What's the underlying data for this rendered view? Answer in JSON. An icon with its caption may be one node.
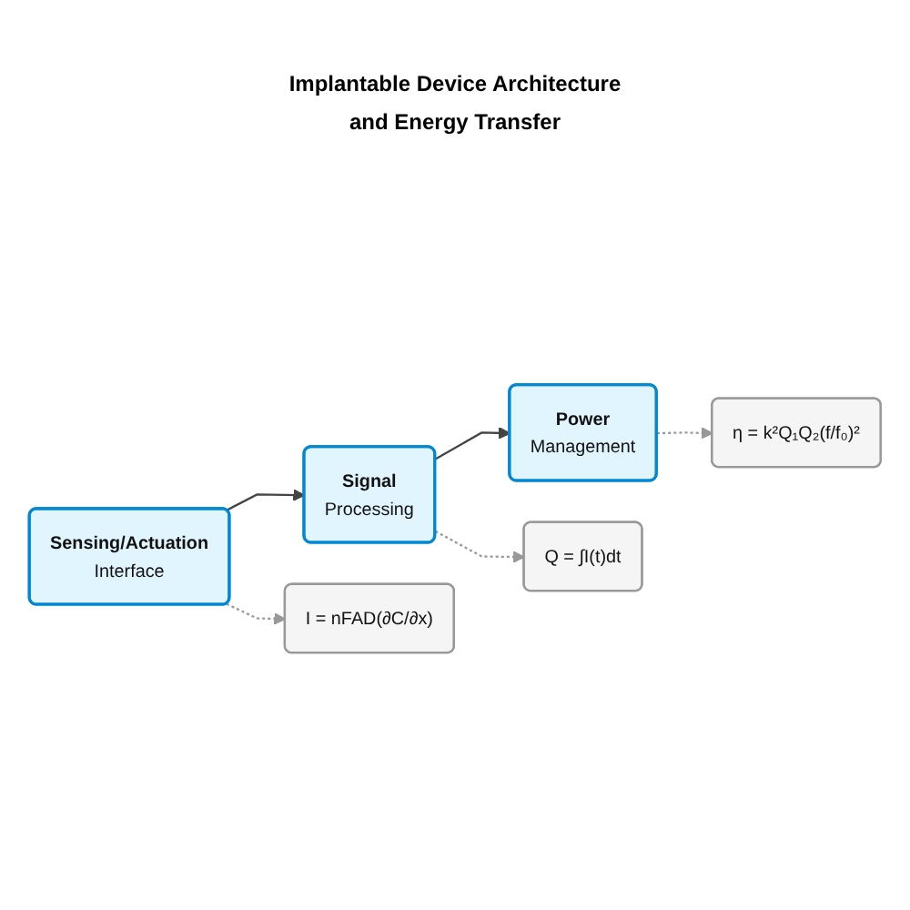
{
  "diagram": {
    "title": "Implantable Device Architecture and Energy Transfer",
    "nodes": [
      {
        "text": [
          "Sensing/Actuation",
          "Interface"
        ]
      },
      {
        "text": [
          "Signal",
          "Processing"
        ]
      },
      {
        "text": [
          "Power",
          "Management"
        ]
      },
      {
        "text": [
          "I = nFAD(∂C/∂x)"
        ]
      },
      {
        "text": [
          "Q = ∫I(t)dt"
        ]
      },
      {
        "text": [
          "η = k²Q₁Q₂(f/f₀)²"
        ]
      }
    ],
    "edges": [
      {
        "from": 0,
        "to": 1,
        "arrow": "to"
      },
      {
        "from": 1,
        "to": 2,
        "arrow": "to"
      },
      {
        "from": 0,
        "to": 3,
        "arrow": "to",
        "style": "dashed",
        "color": "#999999"
      },
      {
        "from": 1,
        "to": 4,
        "arrow": "to",
        "style": "dashed",
        "color": "#999999"
      },
      {
        "from": 2,
        "to": 5,
        "arrow": "to",
        "style": "dashed",
        "color": "#999999"
      }
    ]
  }
}
